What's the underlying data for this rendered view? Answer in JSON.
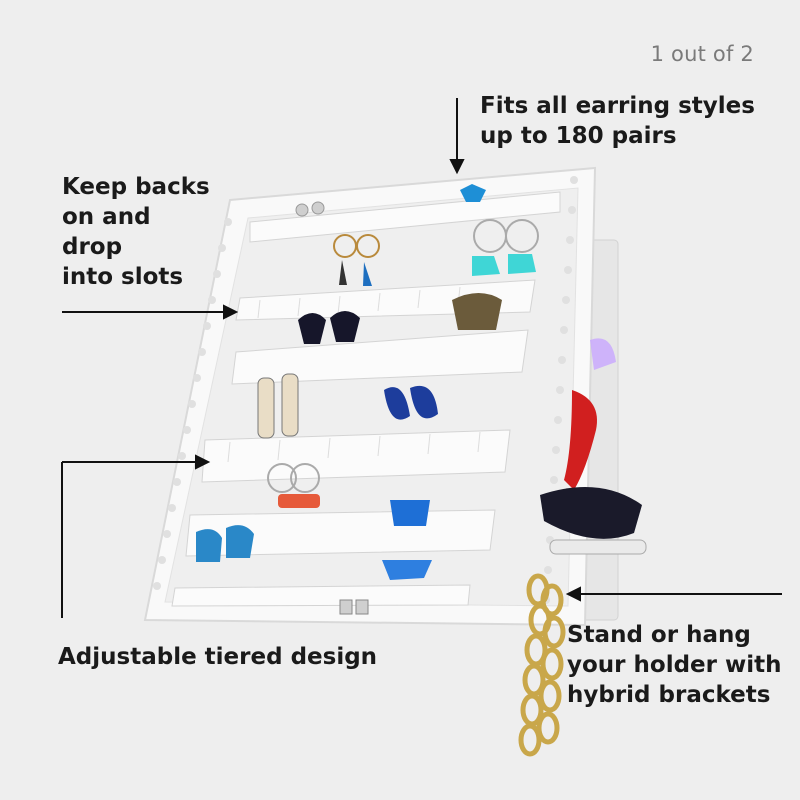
{
  "counter": "1 out of 2",
  "captions": {
    "fits": [
      "Fits all earring styles",
      "up to 180 pairs"
    ],
    "keep": [
      "Keep backs",
      "on and",
      "drop",
      "into slots"
    ],
    "adjustable": [
      "Adjustable tiered design"
    ],
    "stand": [
      "Stand or hang",
      "your holder with",
      "hybrid brackets"
    ]
  },
  "colors": {
    "background": "#eeeeee",
    "text": "#1a1a1a",
    "counter": "#7a7a7a",
    "panel": "#f7f7f7"
  }
}
